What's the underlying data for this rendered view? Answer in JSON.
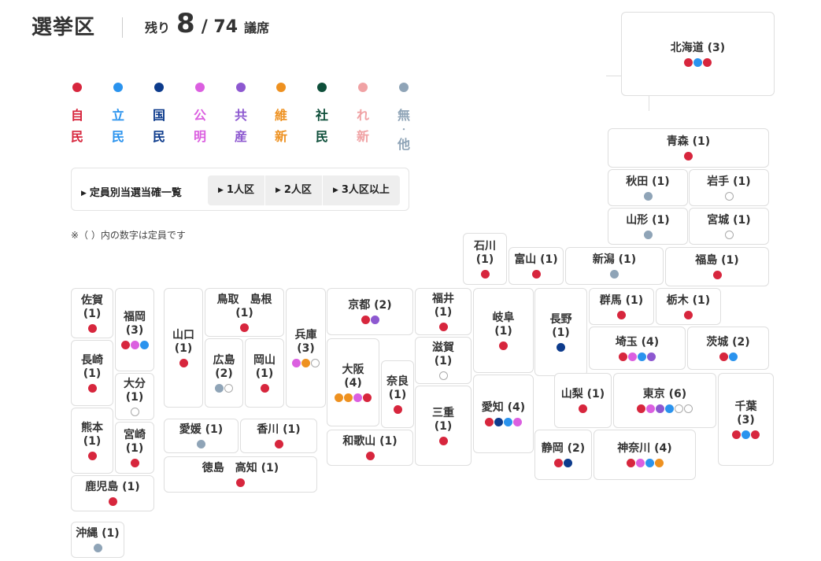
{
  "header": {
    "title": "選挙区",
    "remaining_label": "残り",
    "remaining_count": "8",
    "total": "/ 74",
    "unit": "議席"
  },
  "parties": [
    {
      "line1": "自",
      "line2": "民",
      "color": "#d7263d"
    },
    {
      "line1": "立",
      "line2": "民",
      "color": "#2a93ee"
    },
    {
      "line1": "国",
      "line2": "民",
      "color": "#0d3b8c"
    },
    {
      "line1": "公",
      "line2": "明",
      "color": "#db5fe0"
    },
    {
      "line1": "共",
      "line2": "産",
      "color": "#8d58d0"
    },
    {
      "line1": "維",
      "line2": "新",
      "color": "#ee9120"
    },
    {
      "line1": "社",
      "line2": "民",
      "color": "#0e4f3a"
    },
    {
      "line1": "れ",
      "line2": "新",
      "color": "#f0a2a4"
    },
    {
      "line1": "無",
      "mid": "・",
      "line2": "他",
      "color": "#8fa4b7"
    }
  ],
  "tabs": {
    "all": "定員別当選当確一覧",
    "one": "1人区",
    "two": "2人区",
    "three": "3人区以上"
  },
  "note": "※（ ）内の数字は定員です",
  "prefectures": [
    {
      "id": "hokkaido",
      "name": "北海道 (3)",
      "seats": [
        "jimin",
        "ritsumin",
        "jimin"
      ]
    },
    {
      "id": "aomori",
      "name": "青森 (1)",
      "seats": [
        "jimin"
      ]
    },
    {
      "id": "akita",
      "name": "秋田 (1)",
      "seats": [
        "muso"
      ]
    },
    {
      "id": "iwate",
      "name": "岩手 (1)",
      "seats": [
        "empty"
      ]
    },
    {
      "id": "yamagata",
      "name": "山形 (1)",
      "seats": [
        "muso"
      ]
    },
    {
      "id": "miyagi",
      "name": "宮城 (1)",
      "seats": [
        "empty"
      ]
    },
    {
      "id": "ishikawa",
      "name": "石川\n(1)",
      "seats": [
        "jimin"
      ]
    },
    {
      "id": "toyama",
      "name": "富山 (1)",
      "seats": [
        "jimin"
      ]
    },
    {
      "id": "niigata",
      "name": "新潟 (1)",
      "seats": [
        "muso"
      ]
    },
    {
      "id": "fukushima",
      "name": "福島 (1)",
      "seats": [
        "jimin"
      ]
    },
    {
      "id": "saga",
      "name": "佐賀\n(1)",
      "seats": [
        "jimin"
      ]
    },
    {
      "id": "fukuoka",
      "name": "福岡\n(3)",
      "seats": [
        "jimin",
        "komei",
        "ritsumin"
      ]
    },
    {
      "id": "yamaguchi",
      "name": "山口\n(1)",
      "seats": [
        "jimin"
      ]
    },
    {
      "id": "tottori_shimane",
      "name": "鳥取　島根\n(1)",
      "seats": [
        "jimin"
      ]
    },
    {
      "id": "hyogo",
      "name": "兵庫\n(3)",
      "seats": [
        "komei",
        "ishin",
        "empty"
      ]
    },
    {
      "id": "kyoto",
      "name": "京都 (2)",
      "seats": [
        "jimin",
        "kyosan"
      ]
    },
    {
      "id": "fukui",
      "name": "福井\n(1)",
      "seats": [
        "jimin"
      ]
    },
    {
      "id": "gifu",
      "name": "岐阜\n(1)",
      "seats": [
        "jimin"
      ]
    },
    {
      "id": "nagano",
      "name": "長野\n(1)",
      "seats": [
        "kokumin"
      ]
    },
    {
      "id": "gunma",
      "name": "群馬 (1)",
      "seats": [
        "jimin"
      ]
    },
    {
      "id": "tochigi",
      "name": "栃木 (1)",
      "seats": [
        "jimin"
      ]
    },
    {
      "id": "nagasaki",
      "name": "長崎\n(1)",
      "seats": [
        "jimin"
      ]
    },
    {
      "id": "hiroshima",
      "name": "広島\n(2)",
      "seats": [
        "muso",
        "empty"
      ]
    },
    {
      "id": "okayama",
      "name": "岡山\n(1)",
      "seats": [
        "jimin"
      ]
    },
    {
      "id": "osaka",
      "name": "大阪\n(4)",
      "seats": [
        "ishin",
        "ishin",
        "komei",
        "jimin"
      ]
    },
    {
      "id": "nara",
      "name": "奈良\n(1)",
      "seats": [
        "jimin"
      ]
    },
    {
      "id": "shiga",
      "name": "滋賀\n(1)",
      "seats": [
        "empty"
      ]
    },
    {
      "id": "saitama",
      "name": "埼玉 (4)",
      "seats": [
        "jimin",
        "komei",
        "ritsumin",
        "kyosan"
      ]
    },
    {
      "id": "ibaraki",
      "name": "茨城 (2)",
      "seats": [
        "jimin",
        "ritsumin"
      ]
    },
    {
      "id": "oita",
      "name": "大分\n(1)",
      "seats": [
        "empty"
      ]
    },
    {
      "id": "kumamoto",
      "name": "熊本\n(1)",
      "seats": [
        "jimin"
      ]
    },
    {
      "id": "miyazaki",
      "name": "宮崎\n(1)",
      "seats": [
        "jimin"
      ]
    },
    {
      "id": "mie",
      "name": "三重\n(1)",
      "seats": [
        "jimin"
      ]
    },
    {
      "id": "aichi",
      "name": "愛知 (4)",
      "seats": [
        "jimin",
        "kokumin",
        "ritsumin",
        "komei"
      ]
    },
    {
      "id": "yamanashi",
      "name": "山梨 (1)",
      "seats": [
        "jimin"
      ]
    },
    {
      "id": "tokyo",
      "name": "東京 (6)",
      "seats": [
        "jimin",
        "komei",
        "kyosan",
        "ritsumin",
        "empty",
        "empty"
      ]
    },
    {
      "id": "chiba",
      "name": "千葉\n(3)",
      "seats": [
        "jimin",
        "ritsumin",
        "jimin"
      ]
    },
    {
      "id": "ehime",
      "name": "愛媛 (1)",
      "seats": [
        "muso"
      ]
    },
    {
      "id": "kagawa",
      "name": "香川 (1)",
      "seats": [
        "jimin"
      ]
    },
    {
      "id": "wakayama",
      "name": "和歌山 (1)",
      "seats": [
        "jimin"
      ]
    },
    {
      "id": "shizuoka",
      "name": "静岡 (2)",
      "seats": [
        "jimin",
        "kokumin"
      ]
    },
    {
      "id": "kanagawa",
      "name": "神奈川 (4)",
      "seats": [
        "jimin",
        "komei",
        "ritsumin",
        "ishin"
      ]
    },
    {
      "id": "tokushima_kochi",
      "name": "徳島　高知 (1)",
      "seats": [
        "jimin"
      ]
    },
    {
      "id": "kagoshima",
      "name": "鹿児島 (1)",
      "seats": [
        "jimin"
      ]
    },
    {
      "id": "okinawa",
      "name": "沖縄 (1)",
      "seats": [
        "muso"
      ]
    }
  ],
  "seat_colors": {
    "jimin": "#d7263d",
    "ritsumin": "#2a93ee",
    "kokumin": "#0d3b8c",
    "komei": "#db5fe0",
    "kyosan": "#8d58d0",
    "ishin": "#ee9120",
    "shamin": "#0e4f3a",
    "reishin": "#f0a2a4",
    "muso": "#8fa4b7"
  }
}
